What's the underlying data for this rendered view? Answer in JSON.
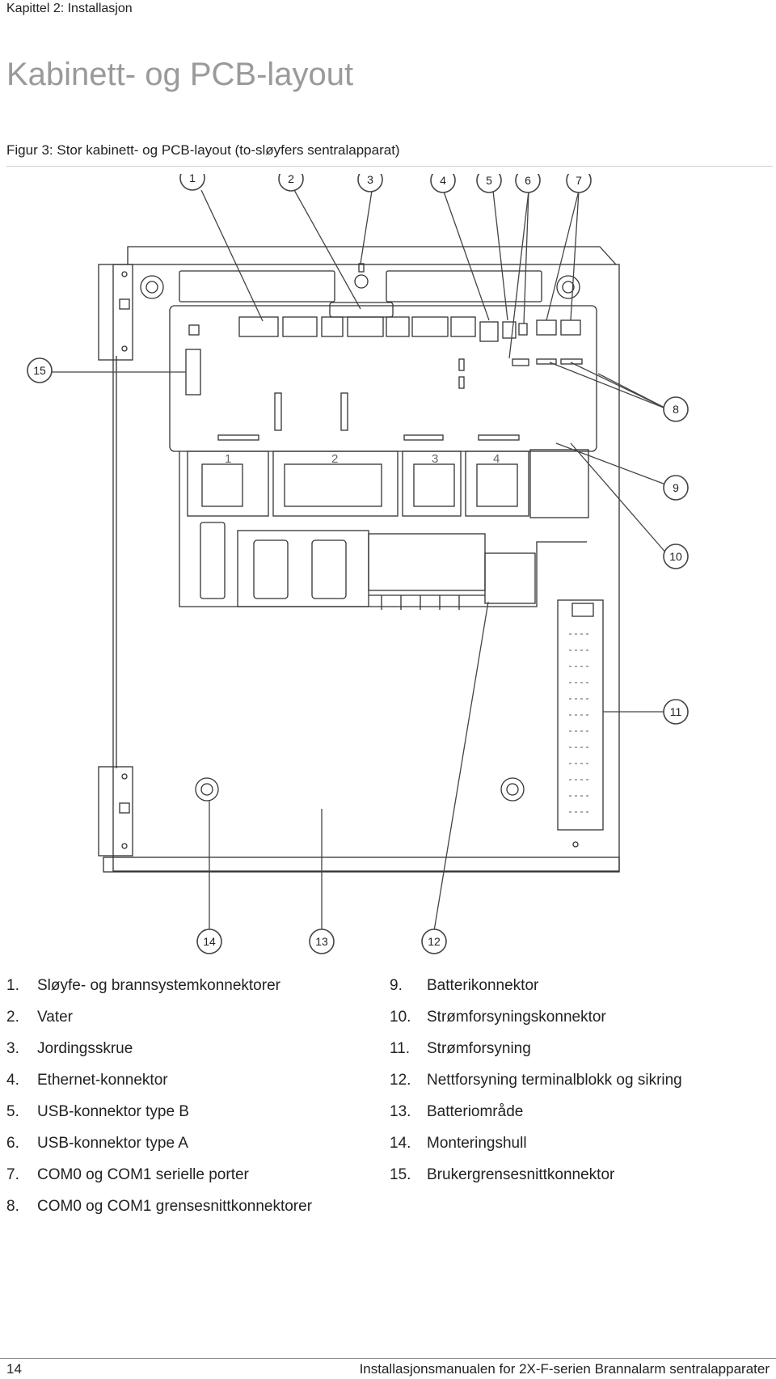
{
  "header": {
    "chapter": "Kapittel 2: Installasjon"
  },
  "page_title": "Kabinett- og PCB-layout",
  "figure_caption": "Figur 3: Stor kabinett- og PCB-layout (to-sløyfers sentralapparat)",
  "callouts": [
    "1",
    "2",
    "3",
    "4",
    "5",
    "6",
    "7",
    "8",
    "9",
    "10",
    "11",
    "12",
    "13",
    "14",
    "15"
  ],
  "pcb_marks": [
    "1",
    "2",
    "3",
    "4"
  ],
  "legend_left": [
    {
      "num": "1.",
      "text": "Sløyfe- og brannsystemkonnektorer"
    },
    {
      "num": "2.",
      "text": "Vater"
    },
    {
      "num": "3.",
      "text": "Jordingsskrue"
    },
    {
      "num": "4.",
      "text": "Ethernet-konnektor"
    },
    {
      "num": "5.",
      "text": "USB-konnektor type B"
    },
    {
      "num": "6.",
      "text": "USB-konnektor type A"
    },
    {
      "num": "7.",
      "text": "COM0 og COM1 serielle porter"
    },
    {
      "num": "8.",
      "text": "COM0 og COM1 grensesnittkonnektorer"
    }
  ],
  "legend_right": [
    {
      "num": "9.",
      "text": "Batterikonnektor"
    },
    {
      "num": "10.",
      "text": "Strømforsyningskonnektor"
    },
    {
      "num": "11.",
      "text": "Strømforsyning"
    },
    {
      "num": "12.",
      "text": "Nettforsyning terminalblokk og sikring"
    },
    {
      "num": "13.",
      "text": "Batteriområde"
    },
    {
      "num": "14.",
      "text": "Monteringshull"
    },
    {
      "num": "15.",
      "text": "Brukergrensesnittkonnektor"
    }
  ],
  "footer": {
    "page_number": "14",
    "manual_title": "Installasjonsmanualen for 2X-F-serien Brannalarm sentralapparater"
  }
}
